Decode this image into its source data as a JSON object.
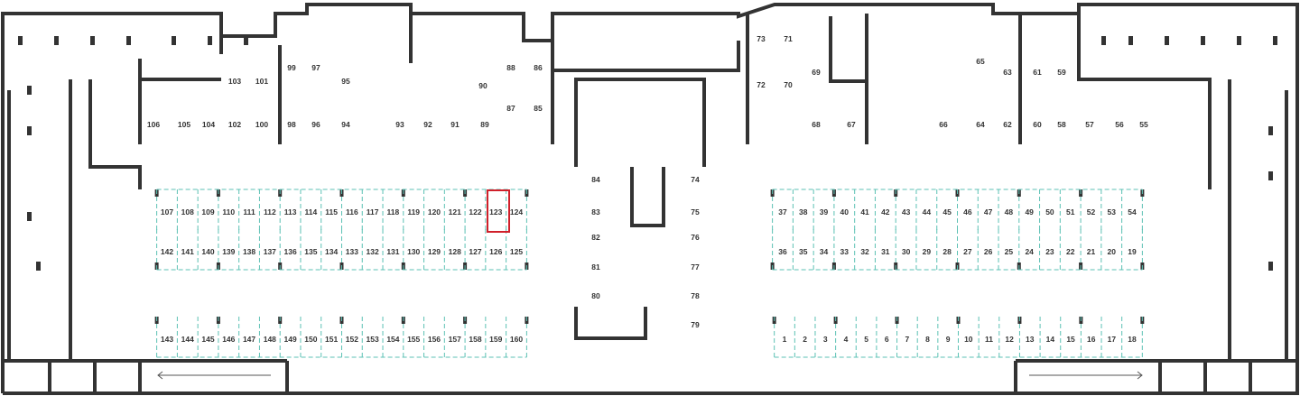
{
  "title": "Parking floor plan",
  "highlighted_spot": "123",
  "colors": {
    "wall": "#333333",
    "divider": "#5cc1b4",
    "highlight": "#d0202a",
    "background": "#ffffff"
  },
  "rows": {
    "left_upper": [
      "107",
      "108",
      "109",
      "110",
      "111",
      "112",
      "113",
      "114",
      "115",
      "116",
      "117",
      "118",
      "119",
      "120",
      "121",
      "122",
      "123",
      "124"
    ],
    "left_middle": [
      "142",
      "141",
      "140",
      "139",
      "138",
      "137",
      "136",
      "135",
      "134",
      "133",
      "132",
      "131",
      "130",
      "129",
      "128",
      "127",
      "126",
      "125"
    ],
    "left_lower": [
      "143",
      "144",
      "145",
      "146",
      "147",
      "148",
      "149",
      "150",
      "151",
      "152",
      "153",
      "154",
      "155",
      "156",
      "157",
      "158",
      "159",
      "160"
    ],
    "right_upper": [
      "37",
      "38",
      "39",
      "40",
      "41",
      "42",
      "43",
      "44",
      "45",
      "46",
      "47",
      "48",
      "49",
      "50",
      "51",
      "52",
      "53",
      "54"
    ],
    "right_middle": [
      "36",
      "35",
      "34",
      "33",
      "32",
      "31",
      "30",
      "29",
      "28",
      "27",
      "26",
      "25",
      "24",
      "23",
      "22",
      "21",
      "20",
      "19"
    ],
    "right_lower": [
      "1",
      "2",
      "3",
      "4",
      "5",
      "6",
      "7",
      "8",
      "9",
      "10",
      "11",
      "12",
      "13",
      "14",
      "15",
      "16",
      "17",
      "18"
    ],
    "center_left": [
      "84",
      "83",
      "82",
      "81",
      "80"
    ],
    "center_right": [
      "74",
      "75",
      "76",
      "77",
      "78",
      "79"
    ],
    "top_left": [
      "106",
      "105",
      "104",
      "102",
      "100",
      "98",
      "96",
      "94",
      "93",
      "92",
      "91",
      "89",
      "103",
      "101",
      "99",
      "97",
      "95",
      "90",
      "88",
      "86",
      "87",
      "85"
    ],
    "top_right": [
      "73",
      "71",
      "72",
      "70",
      "69",
      "68",
      "67",
      "66",
      "65",
      "63",
      "64",
      "62",
      "61",
      "59",
      "60",
      "58",
      "57",
      "56",
      "55"
    ]
  }
}
